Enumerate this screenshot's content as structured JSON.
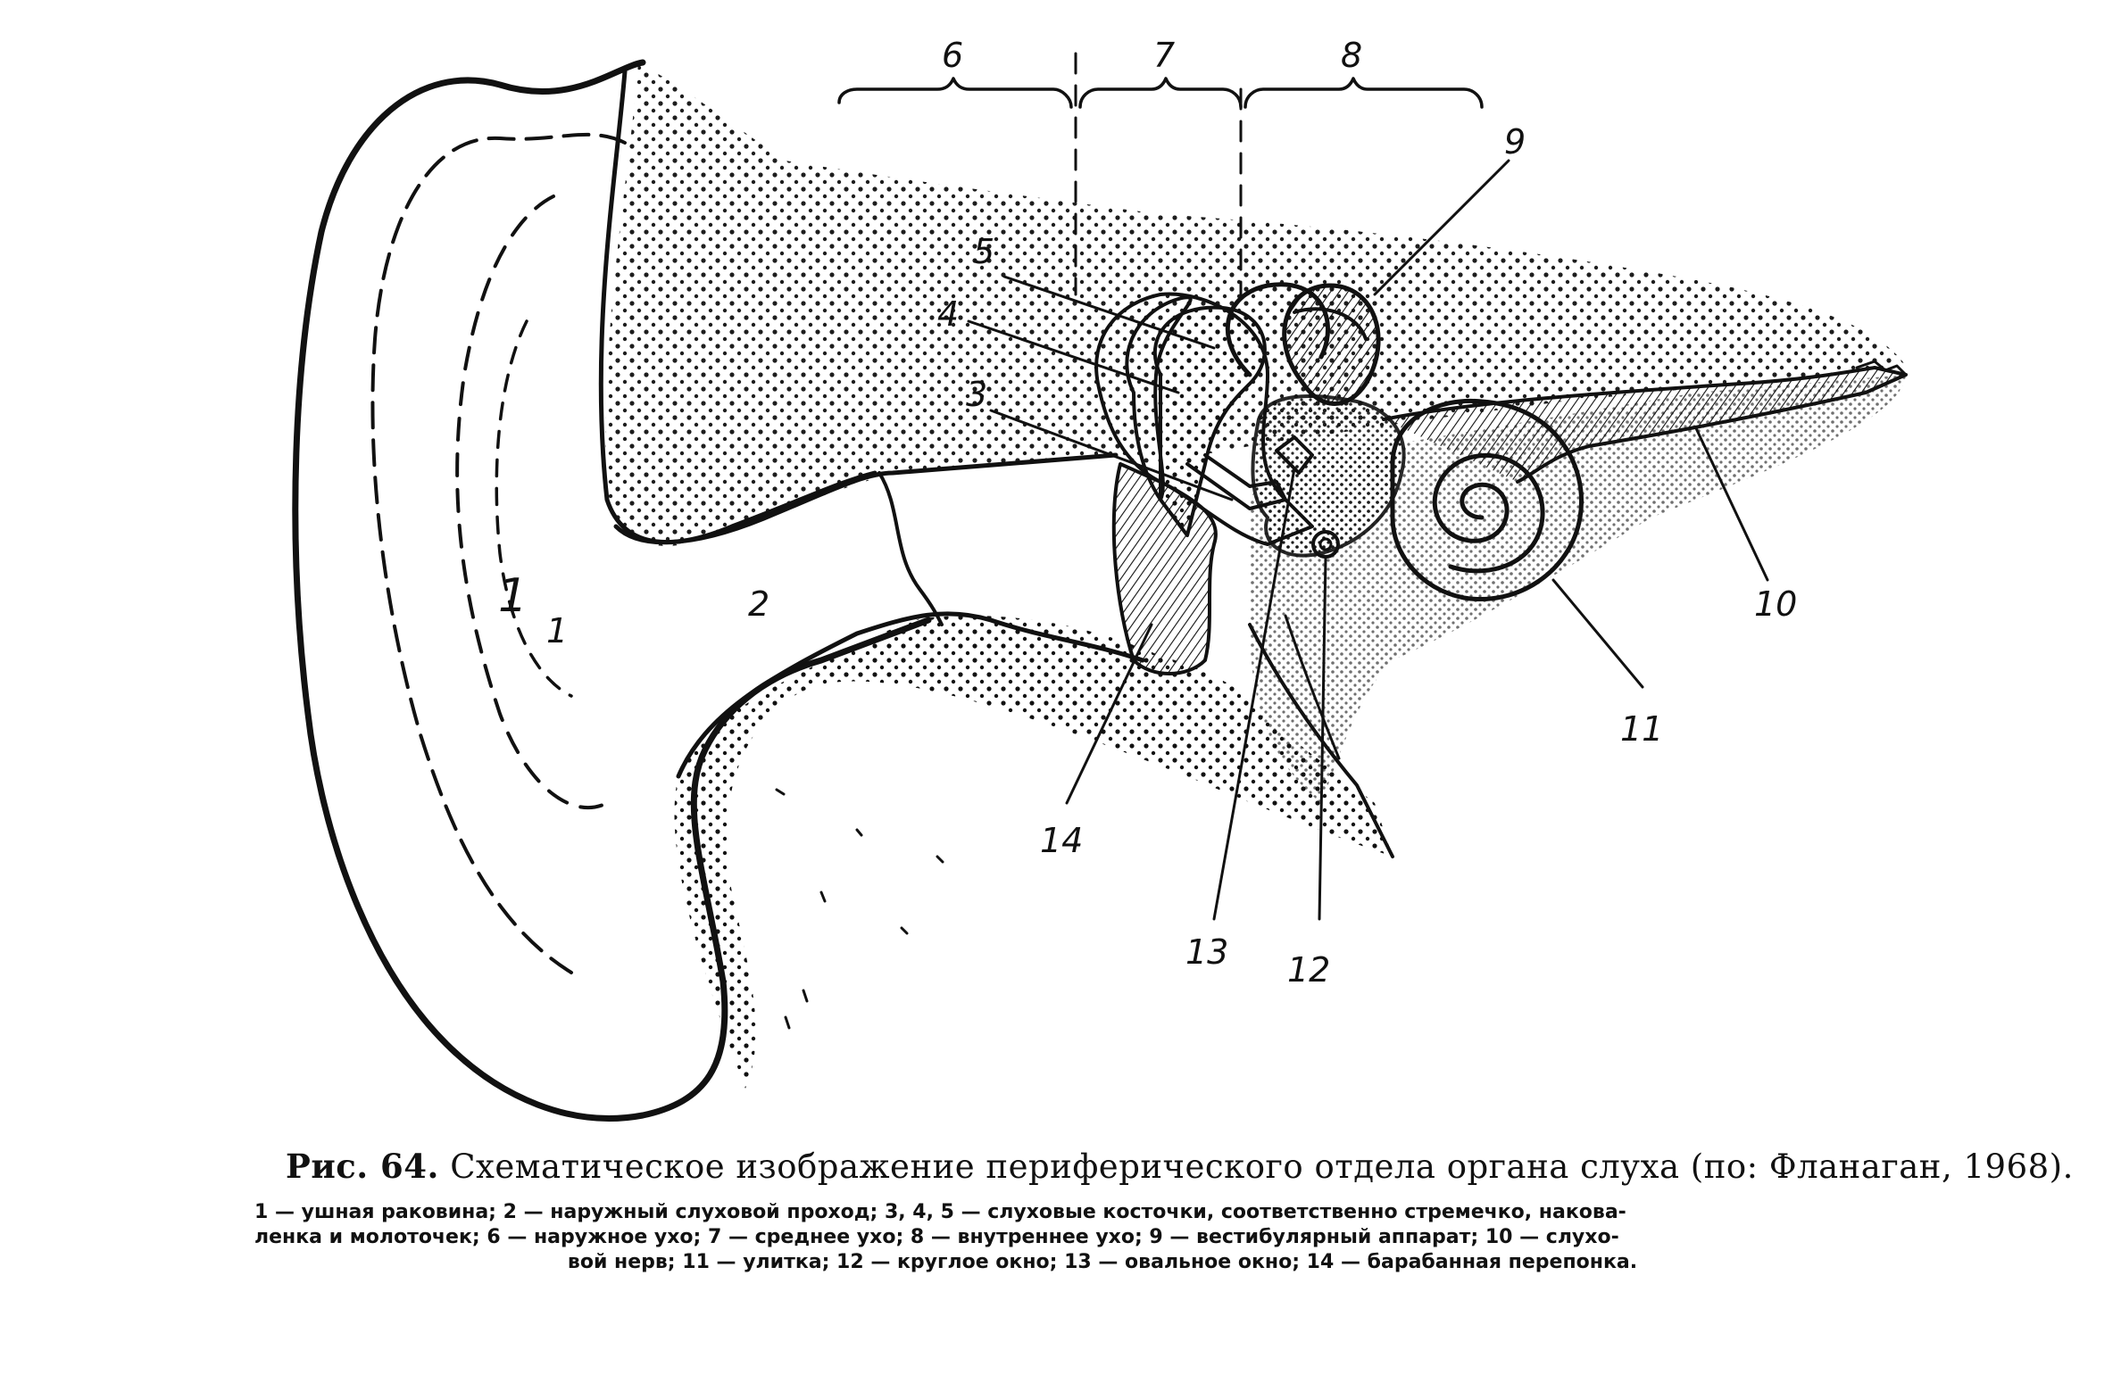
{
  "labels": {
    "l1_big": "1",
    "l1_small": "1",
    "l2": "2",
    "l3": "3",
    "l4": "4",
    "l5": "5",
    "l6": "6",
    "l7": "7",
    "l8": "8",
    "l9": "9",
    "l10": "10",
    "l11": "11",
    "l12": "12",
    "l13": "13",
    "l14": "14"
  },
  "caption": {
    "figure_number": "Рис. 64.",
    "text": "Схематическое изображение периферического отдела органа слуха (по: Фланаган, 1968)."
  },
  "legend": {
    "line1": "1 — ушная раковина; 2 — наружный слуховой проход; 3, 4, 5 — слуховые косточки, соответственно стремечко, накова-",
    "line2": "ленка и молоточек; 6 — наружное ухо; 7 — среднее ухо; 8 — внутреннее ухо; 9 — вестибулярный аппарат; 10 — слухо-",
    "line3": "вой нерв; 11 — улитка; 12 — круглое окно; 13 — овальное окно; 14 — барабанная перепонка."
  },
  "colors": {
    "ink": "#111111",
    "paper": "#ffffff"
  }
}
